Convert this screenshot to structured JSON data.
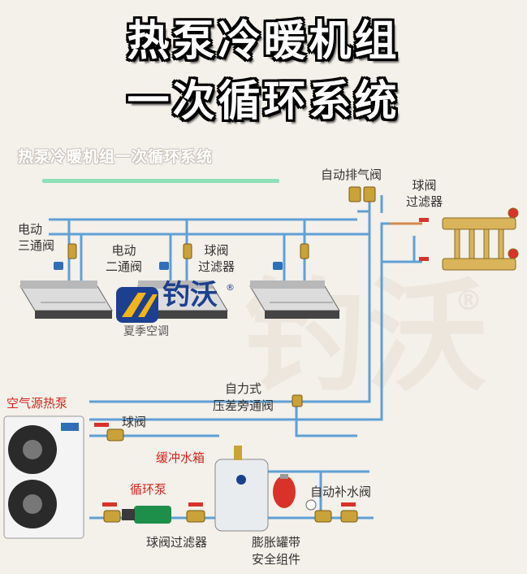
{
  "title": {
    "line1": "热泵冷暖机组",
    "line2": "一次循环系统"
  },
  "subtitle": "热泵冷暖机组一次循环系统",
  "brand": {
    "name": "钓沃",
    "registered": "®",
    "tagline": "夏季空调"
  },
  "labels": {
    "electric_3way": "电动\n三通阀",
    "electric_2way": "电动\n二通阀",
    "ball_filter_top": "球阀\n过滤器",
    "auto_vent": "自动排气阀",
    "ball_filter_right": "球阀\n过滤器",
    "bypass": "自力式\n压差旁通阀",
    "air_source": "空气源热泵",
    "ball_valve": "球阀",
    "buffer_tank": "缓冲水箱",
    "circ_pump": "循环泵",
    "auto_fill": "自动补水阀",
    "ball_filter_bottom": "球阀过滤器",
    "expansion": "膨胀罐带\n安全组件"
  },
  "colors": {
    "pipe": "#5fa0d6",
    "red_label": "#d0281e",
    "brass": "#c9a23a",
    "valve_red": "#d8322a"
  }
}
